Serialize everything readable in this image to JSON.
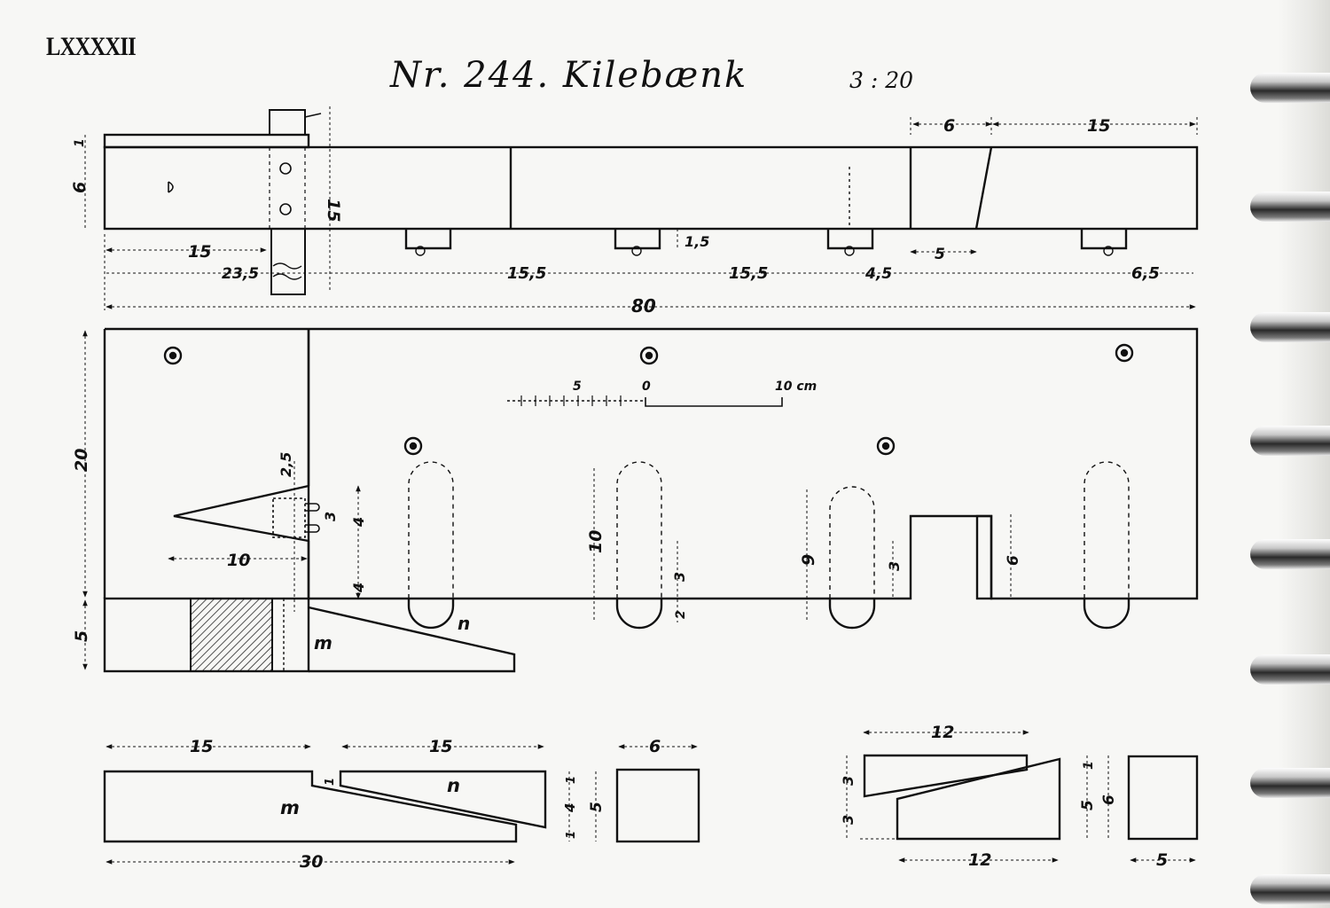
{
  "plate_number": "LXXXXII",
  "title": "Nr. 244. Kilebænk",
  "scale": "3 : 20",
  "top_view": {
    "left_dims": {
      "thin": "1",
      "height": "6"
    },
    "right_height": "15",
    "top_dims": {
      "a": "6",
      "b": "15"
    },
    "bottom_dims": {
      "left": "15",
      "peg": "1,5",
      "gap": "5"
    },
    "chain": [
      "23,5",
      "15,5",
      "15,5",
      "4,5",
      "6,5"
    ],
    "total": "80"
  },
  "plan_view": {
    "height": "20",
    "lower_height": "5",
    "scale_bar": {
      "left": "5",
      "zero": "0",
      "right": "10 cm"
    },
    "wedge": {
      "top": "2,5",
      "mid": "3",
      "side": "4",
      "low": "4",
      "length": "10"
    },
    "slots": {
      "a": "10",
      "a_pos": "3",
      "a_low": "2",
      "b": "9",
      "b_pos": "3",
      "notch": "6"
    },
    "labels": {
      "n": "n",
      "m": "m"
    }
  },
  "details": {
    "wedge_pair": {
      "left_top": "15",
      "right_top": "15",
      "total": "30",
      "m": "m",
      "n": "n",
      "step": "1",
      "h1": "1",
      "h4": "4",
      "h5": "5"
    },
    "block1": {
      "width": "6"
    },
    "wedge2": {
      "top": "12",
      "bottom": "12",
      "left_a": "3",
      "left_b": "3",
      "r1": "1",
      "r5": "5",
      "r6": "6"
    },
    "block2": {
      "width": "5"
    }
  },
  "colors": {
    "ink": "#111111",
    "paper": "#f7f7f5"
  }
}
